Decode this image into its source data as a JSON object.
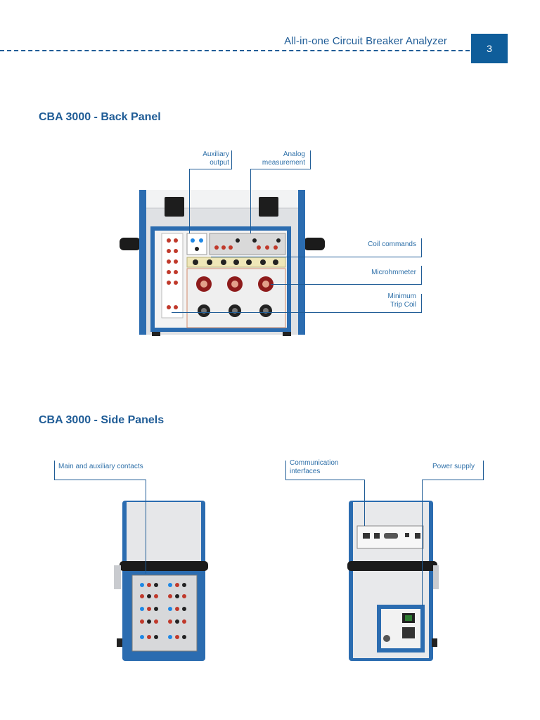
{
  "header": {
    "title": "All-in-one Circuit Breaker Analyzer",
    "page_number": "3"
  },
  "back_panel": {
    "title": "CBA 3000 - Back Panel",
    "callouts": {
      "auxiliary_output": [
        "Auxiliary",
        "output"
      ],
      "analog_measurement": [
        "Analog",
        "measurement"
      ],
      "coil_commands": "Coil commands",
      "microhmmeter": "Microhmmeter",
      "minimum_trip_coil": [
        "Minimum",
        "Trip Coil"
      ]
    }
  },
  "side_panels": {
    "title": "CBA 3000 - Side Panels",
    "callouts": {
      "main_aux_contacts": "Main and auxiliary contacts",
      "communication_interfaces": [
        "Communication",
        "interfaces"
      ],
      "power_supply": "Power supply"
    }
  },
  "colors": {
    "brand_blue": "#1f5c96",
    "device_blue": "#2b6cb0",
    "device_body": "#e9eaec"
  }
}
